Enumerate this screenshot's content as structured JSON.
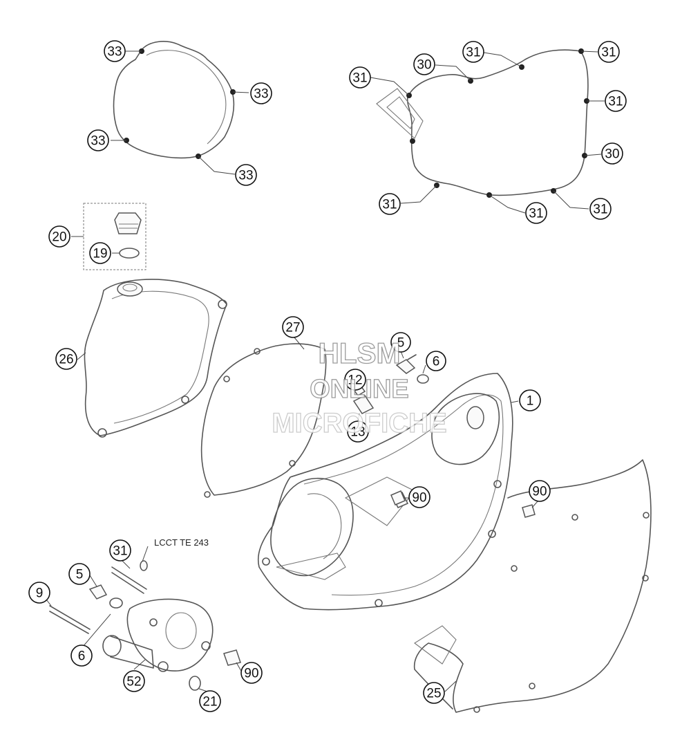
{
  "watermark": {
    "line1": "HLSM",
    "line2": "ONLINE",
    "line3": "MICROFICHE"
  },
  "note": "LCCT TE 243",
  "callouts": [
    {
      "id": "c1",
      "label": "33"
    },
    {
      "id": "c2",
      "label": "33"
    },
    {
      "id": "c3",
      "label": "33"
    },
    {
      "id": "c4",
      "label": "33"
    },
    {
      "id": "c5",
      "label": "31"
    },
    {
      "id": "c6",
      "label": "30"
    },
    {
      "id": "c7",
      "label": "31"
    },
    {
      "id": "c8",
      "label": "31"
    },
    {
      "id": "c9",
      "label": "31"
    },
    {
      "id": "c10",
      "label": "30"
    },
    {
      "id": "c11",
      "label": "31"
    },
    {
      "id": "c12",
      "label": "31"
    },
    {
      "id": "c13",
      "label": "31"
    },
    {
      "id": "c14",
      "label": "20"
    },
    {
      "id": "c15",
      "label": "19"
    },
    {
      "id": "c16",
      "label": "26"
    },
    {
      "id": "c17",
      "label": "27"
    },
    {
      "id": "c18",
      "label": "5"
    },
    {
      "id": "c19",
      "label": "6"
    },
    {
      "id": "c20",
      "label": "12"
    },
    {
      "id": "c21",
      "label": "13"
    },
    {
      "id": "c22",
      "label": "1"
    },
    {
      "id": "c23",
      "label": "90"
    },
    {
      "id": "c24",
      "label": "90"
    },
    {
      "id": "c25",
      "label": "31"
    },
    {
      "id": "c26",
      "label": "5"
    },
    {
      "id": "c27",
      "label": "9"
    },
    {
      "id": "c28",
      "label": "6"
    },
    {
      "id": "c29",
      "label": "52"
    },
    {
      "id": "c30",
      "label": "90"
    },
    {
      "id": "c31",
      "label": "21"
    },
    {
      "id": "c32",
      "label": "25"
    }
  ]
}
